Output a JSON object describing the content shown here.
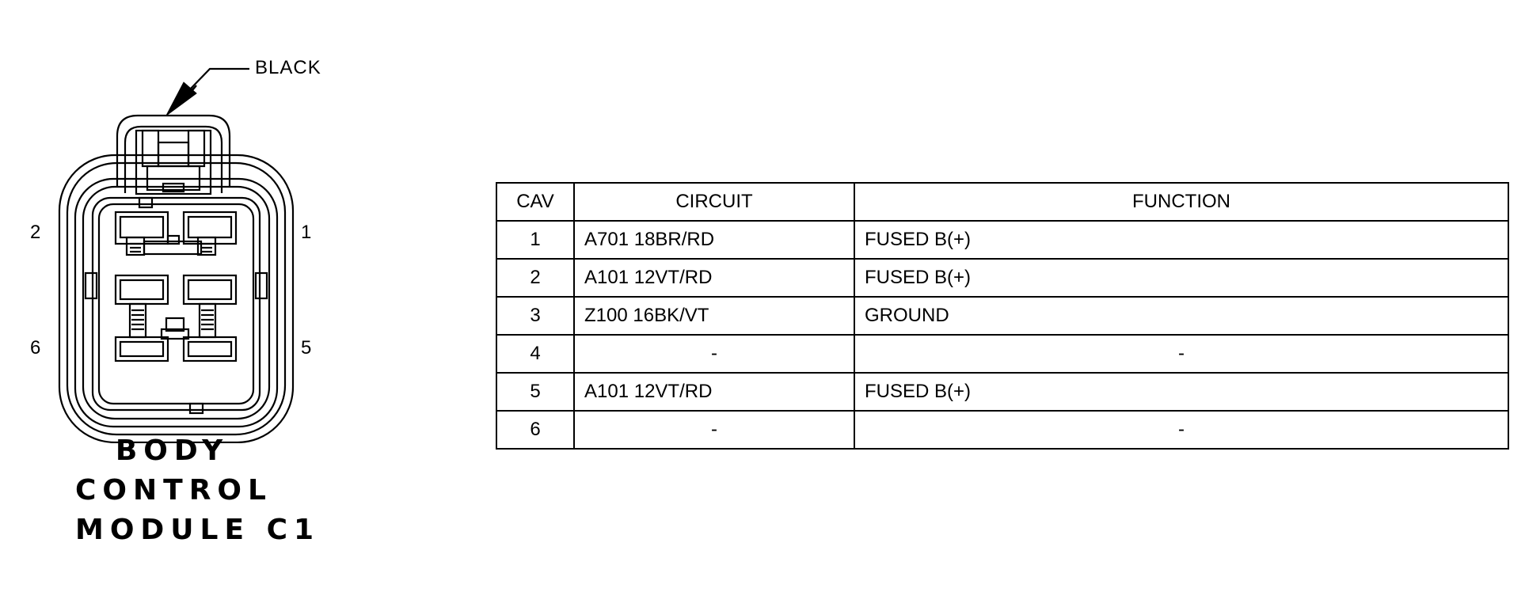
{
  "connector": {
    "color": "BLACK",
    "name_lines": [
      "BODY",
      "CONTROL",
      "MODULE C1"
    ],
    "pin_labels": {
      "top_left": "2",
      "top_right": "1",
      "bottom_left": "6",
      "bottom_right": "5"
    }
  },
  "table": {
    "headers": {
      "cav": "CAV",
      "circuit": "CIRCUIT",
      "function": "FUNCTION"
    },
    "rows": [
      {
        "cav": "1",
        "circuit": "A701 18BR/RD",
        "function": "FUSED B(+)"
      },
      {
        "cav": "2",
        "circuit": "A101 12VT/RD",
        "function": "FUSED B(+)"
      },
      {
        "cav": "3",
        "circuit": "Z100 16BK/VT",
        "function": "GROUND"
      },
      {
        "cav": "4",
        "circuit": "-",
        "function": "-"
      },
      {
        "cav": "5",
        "circuit": "A101 12VT/RD",
        "function": "FUSED B(+)"
      },
      {
        "cav": "6",
        "circuit": "-",
        "function": "-"
      }
    ]
  }
}
